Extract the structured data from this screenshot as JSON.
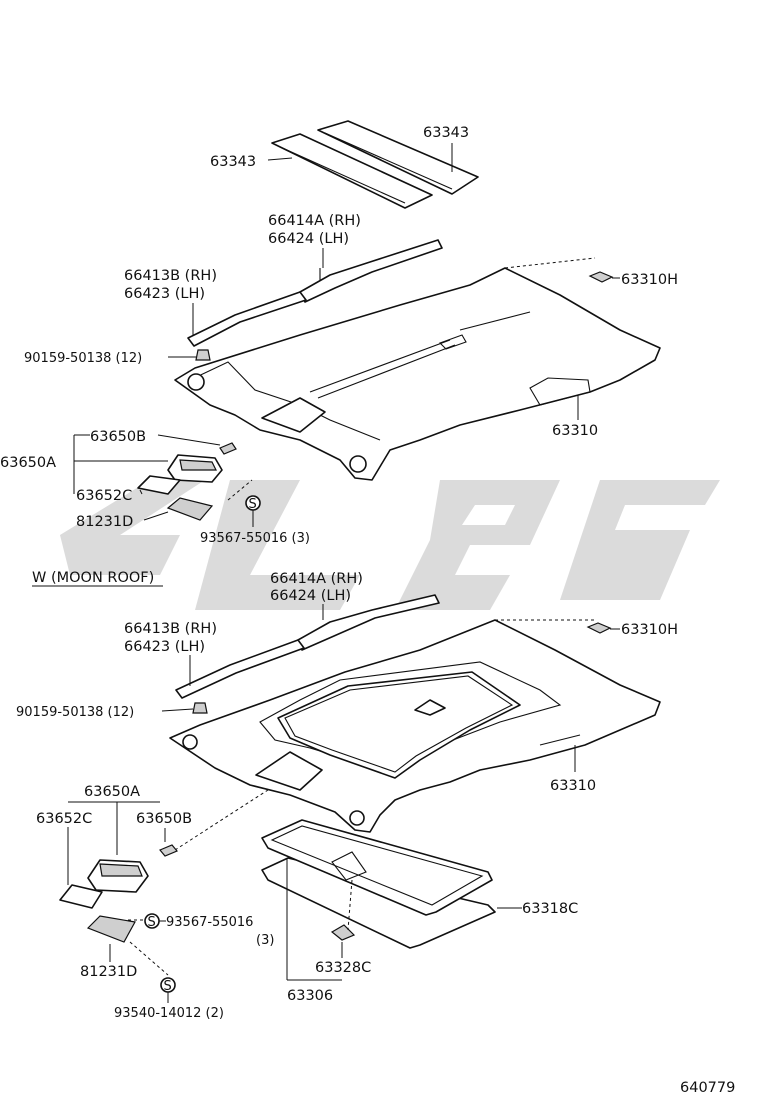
{
  "labels": {
    "p63343_top": "63343",
    "p63343_left": "63343",
    "p66414a_rh_1": "66414A (RH)",
    "p66424_lh_1": "66424  (LH)",
    "p66413b_rh_1": "66413B (RH)",
    "p66423_lh_1": "66423  (LH)",
    "p63310h_1": "63310H",
    "p90159_1": "90159-50138 (12)",
    "p63310_1": "63310",
    "p63650b_1": "63650B",
    "p63650a_1": "63650A",
    "p63652c_1": "63652C",
    "p81231d_1": "81231D",
    "p93567_1": "93567-55016 (3)",
    "moonroof": "W (MOON  ROOF)",
    "p66414a_rh_2": "66414A (RH)",
    "p66424_lh_2": "66424  (LH)",
    "p66413b_rh_2": "66413B (RH)",
    "p66423_lh_2": "66423  (LH)",
    "p63310h_2": "63310H",
    "p90159_2": "90159-50138 (12)",
    "p63310_2": "63310",
    "p63650a_2": "63650A",
    "p63652c_2": "63652C",
    "p63650b_2": "63650B",
    "p93567_2": "93567-55016",
    "p93567_qty": "(3)",
    "p81231d_2": "81231D",
    "p93540": "93540-14012 (2)",
    "p63318c": "63318C",
    "p63328c": "63328C",
    "p63306": "63306",
    "fig_no": "640779",
    "s_mark": "S"
  },
  "colors": {
    "line": "#111111",
    "watermark": "#bdbdbd",
    "background": "#ffffff"
  }
}
